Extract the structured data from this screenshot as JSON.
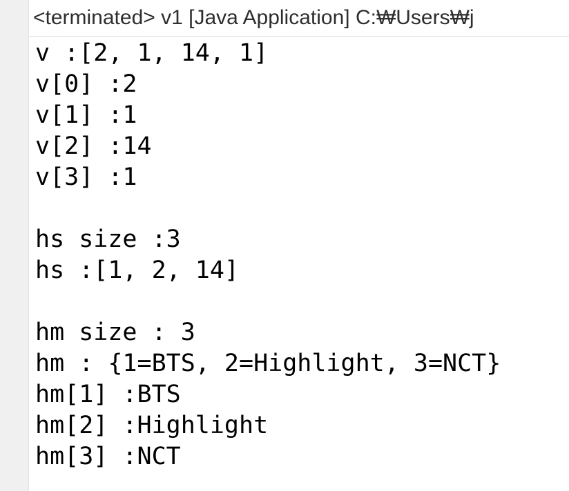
{
  "console": {
    "header": "<terminated> v1 [Java Application] C:₩Users₩j",
    "lines": [
      "v :[2, 1, 14, 1]",
      "v[0] :2",
      "v[1] :1",
      "v[2] :14",
      "v[3] :1",
      "",
      "hs size :3",
      "hs :[1, 2, 14]",
      "",
      "hm size : 3",
      "hm : {1=BTS, 2=Highlight, 3=NCT}",
      "hm[1] :BTS",
      "hm[2] :Highlight",
      "hm[3] :NCT"
    ]
  }
}
